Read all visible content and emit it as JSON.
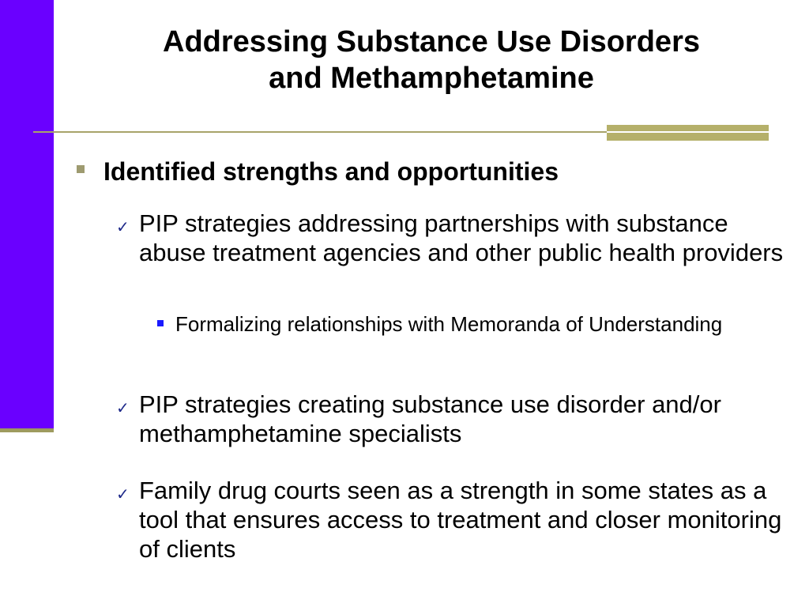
{
  "title": {
    "line1": "Addressing Substance Use Disorders",
    "line2": "and Methamphetamine"
  },
  "colors": {
    "left_bar": "#6a00ff",
    "rule": "#a8a46a",
    "check": "#1f2a8a",
    "sub_bullet": "#1a1aff"
  },
  "content": {
    "heading": "Identified strengths and opportunities",
    "items": [
      {
        "icon": "check-icon",
        "text": "PIP strategies addressing partnerships with substance abuse treatment agencies and other public health providers",
        "subitems": [
          {
            "icon": "square-bullet-icon",
            "text": "Formalizing relationships with Memoranda of Understanding"
          }
        ]
      },
      {
        "icon": "check-icon",
        "text": "PIP strategies creating substance use disorder and/or methamphetamine specialists"
      },
      {
        "icon": "check-icon",
        "text": "Family drug courts seen as a strength in some states as a tool that ensures access to treatment and closer monitoring of clients"
      }
    ]
  }
}
